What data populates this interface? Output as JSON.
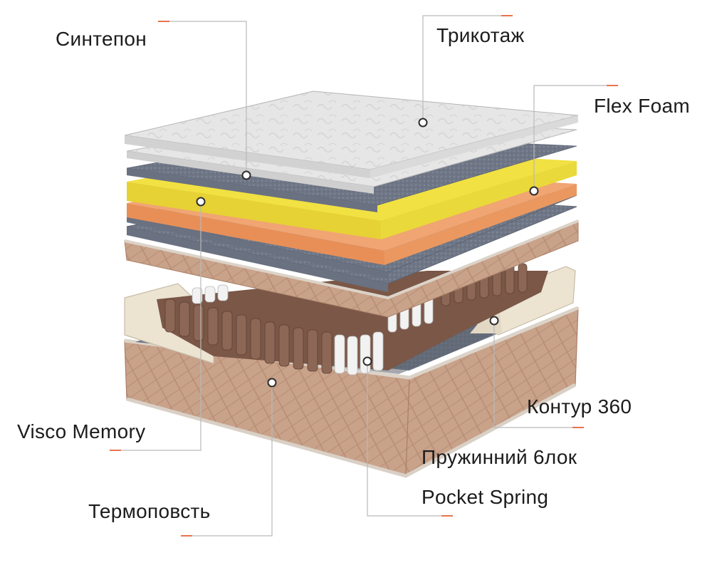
{
  "labels": {
    "sintepon": "Синтепон",
    "trikotazh": "Трикотаж",
    "flex_foam": "Flex Foam",
    "kontur": "Контур 360",
    "visco": "Visco Memory",
    "spring_line1": "Пружинний 6лок",
    "spring_line2": "Pocket Spring",
    "termopovst": "Термоповсть"
  },
  "colors": {
    "leader_line": "#b9b9b9",
    "accent_dash": "#e8744c",
    "knit": "#e4e4e4",
    "felt_grey": "#8d95a3",
    "yellow_foam": "#f1e142",
    "orange_foam": "#f0a573",
    "tan_fabric": "#c9a28a",
    "cream_contour": "#ece3d1",
    "spring_brown": "#7a5747",
    "spring_white": "#f2f2f2"
  }
}
